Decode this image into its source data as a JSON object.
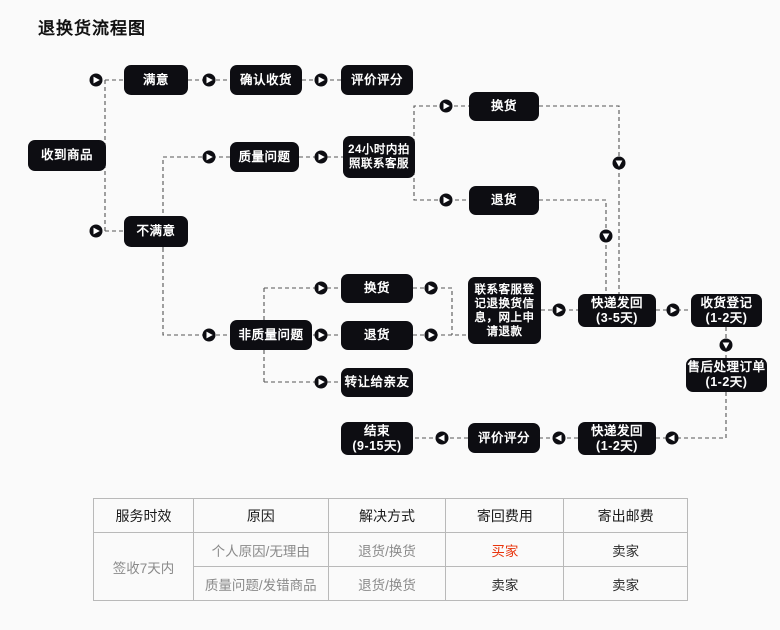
{
  "title": "退换货流程图",
  "colors": {
    "background": "#fafafa",
    "node_fill": "#0d0d12",
    "node_text": "#ffffff",
    "connector": "#555555",
    "table_border": "#b9b9b9",
    "table_header_text": "#1b1b1b",
    "table_body_text": "#8a8a8a",
    "highlight_text": "#e8350d"
  },
  "flow": {
    "nodes": [
      {
        "id": "n_received",
        "lines": [
          "收到商品"
        ]
      },
      {
        "id": "n_satisfied",
        "lines": [
          "满意"
        ]
      },
      {
        "id": "n_confirm",
        "lines": [
          "确认收货"
        ]
      },
      {
        "id": "n_rate1",
        "lines": [
          "评价评分"
        ]
      },
      {
        "id": "n_unsat",
        "lines": [
          "不满意"
        ]
      },
      {
        "id": "n_quality",
        "lines": [
          "质量问题"
        ]
      },
      {
        "id": "n_photo24",
        "lines": [
          "24小时内拍",
          "照联系客服"
        ]
      },
      {
        "id": "n_exchange1",
        "lines": [
          "换货"
        ]
      },
      {
        "id": "n_return1",
        "lines": [
          "退货"
        ]
      },
      {
        "id": "n_nonquality",
        "lines": [
          "非质量问题"
        ]
      },
      {
        "id": "n_exchange2",
        "lines": [
          "换货"
        ]
      },
      {
        "id": "n_return2",
        "lines": [
          "退货"
        ]
      },
      {
        "id": "n_transfer",
        "lines": [
          "转让给亲友"
        ]
      },
      {
        "id": "n_contact",
        "lines": [
          "联系客服登",
          "记退换货信",
          "息，网上申",
          "请退款"
        ]
      },
      {
        "id": "n_shipback1",
        "lines": [
          "快递发回",
          "(3-5天)"
        ]
      },
      {
        "id": "n_receipt",
        "lines": [
          "收货登记",
          "(1-2天)"
        ]
      },
      {
        "id": "n_aftersale",
        "lines": [
          "售后处理订单",
          "(1-2天)"
        ]
      },
      {
        "id": "n_shipback2",
        "lines": [
          "快递发回",
          "(1-2天)"
        ]
      },
      {
        "id": "n_rate2",
        "lines": [
          "评价评分"
        ]
      },
      {
        "id": "n_end",
        "lines": [
          "结束",
          "(9-15天)"
        ]
      }
    ]
  },
  "table": {
    "headers": [
      "服务时效",
      "原因",
      "解决方式",
      "寄回费用",
      "寄出邮费"
    ],
    "timeframe": "签收7天内",
    "rows": [
      {
        "reason": "个人原因/无理由",
        "solution": "退货/换货",
        "return_fee": "买家",
        "return_fee_highlight": true,
        "ship_fee": "卖家"
      },
      {
        "reason": "质量问题/发错商品",
        "solution": "退货/换货",
        "return_fee": "卖家",
        "return_fee_highlight": false,
        "ship_fee": "卖家"
      }
    ]
  }
}
